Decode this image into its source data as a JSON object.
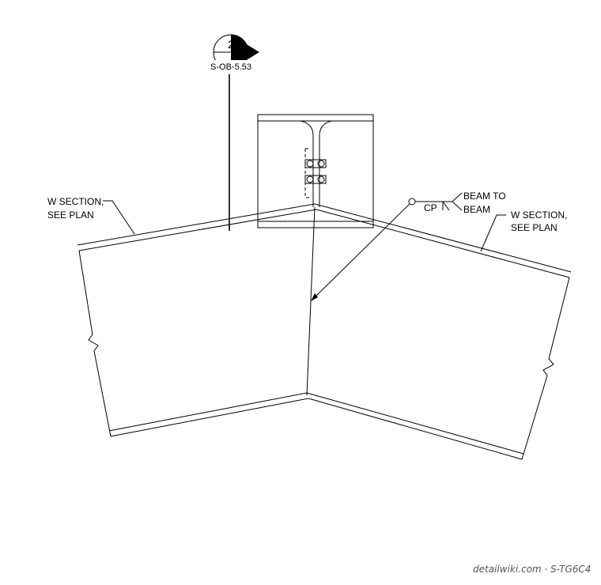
{
  "section_callout": {
    "number": "2",
    "sheet_ref": "S-OB-5.53"
  },
  "labels": {
    "left_beam_line1": "W SECTION,",
    "left_beam_line2": "SEE PLAN",
    "right_beam_line1": "W SECTION,",
    "right_beam_line2": "SEE PLAN",
    "weld_type": "CP",
    "weld_note_line1": "BEAM TO",
    "weld_note_line2": "BEAM"
  },
  "watermark": "detailwiki.com · S-TG6C4",
  "colors": {
    "line": "#000000",
    "fill": "#000000",
    "watermark": "#555555"
  }
}
